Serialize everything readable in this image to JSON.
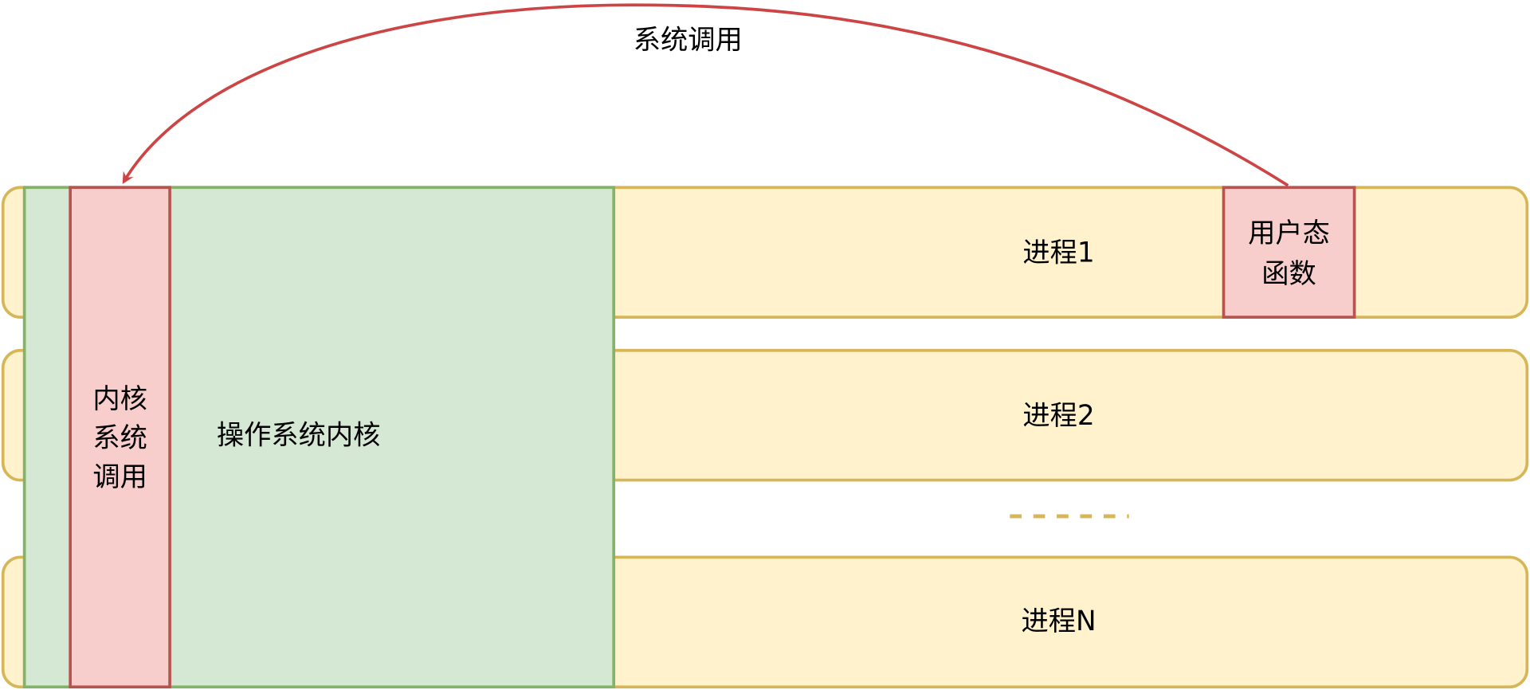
{
  "arrow_label": "系统调用",
  "kernel": {
    "label": "操作系统内核",
    "syscall_lines": [
      "内核",
      "系统",
      "调用"
    ]
  },
  "processes": [
    {
      "label": "进程1"
    },
    {
      "label": "进程2"
    },
    {
      "label": "进程N"
    }
  ],
  "user_func_lines": [
    "用户态",
    "函数"
  ],
  "colors": {
    "process_fill": "#fff2cc",
    "process_stroke": "#d6b656",
    "kernel_fill": "#d5e8d4",
    "kernel_stroke": "#82b366",
    "red_fill": "#f8cecc",
    "red_stroke": "#b85450",
    "arrow": "#cc4444"
  }
}
